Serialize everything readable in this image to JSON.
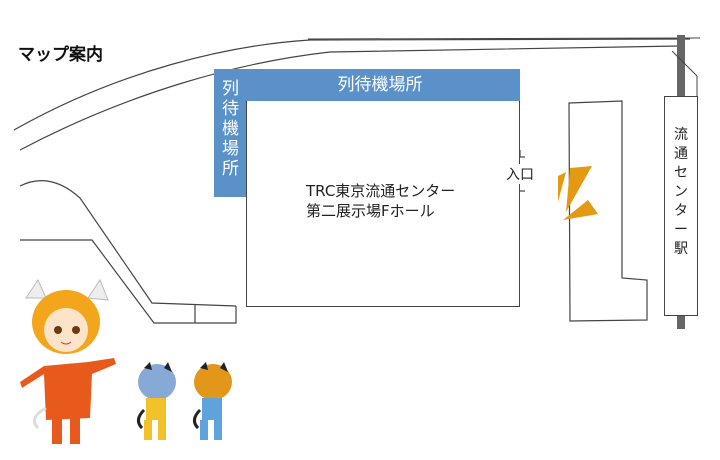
{
  "header": {
    "title": "マップ案内"
  },
  "map": {
    "queue_area_top_label": "列待機場所",
    "queue_area_left_label": "列待機場所",
    "hall_label_line1": "TRC東京流通センター",
    "hall_label_line2": "第二展示場Fホール",
    "entrance_label": "入口",
    "station_label": "流通センター駅",
    "colors": {
      "queue_area": "#5b91c9",
      "entrance_marker": "#e39a12",
      "rail_track": "#666666",
      "outline": "#444444"
    }
  },
  "mascots": [
    {
      "name": "main-mascot",
      "shirt_color": "#e85a1c",
      "hair_color": "#f3a51c"
    },
    {
      "name": "blue-hair-mascot",
      "hair_color": "#86a9d6",
      "outfit_color": "#f2c22a"
    },
    {
      "name": "orange-hair-mascot",
      "hair_color": "#e2961a",
      "outfit_color": "#5fa3dc"
    }
  ]
}
